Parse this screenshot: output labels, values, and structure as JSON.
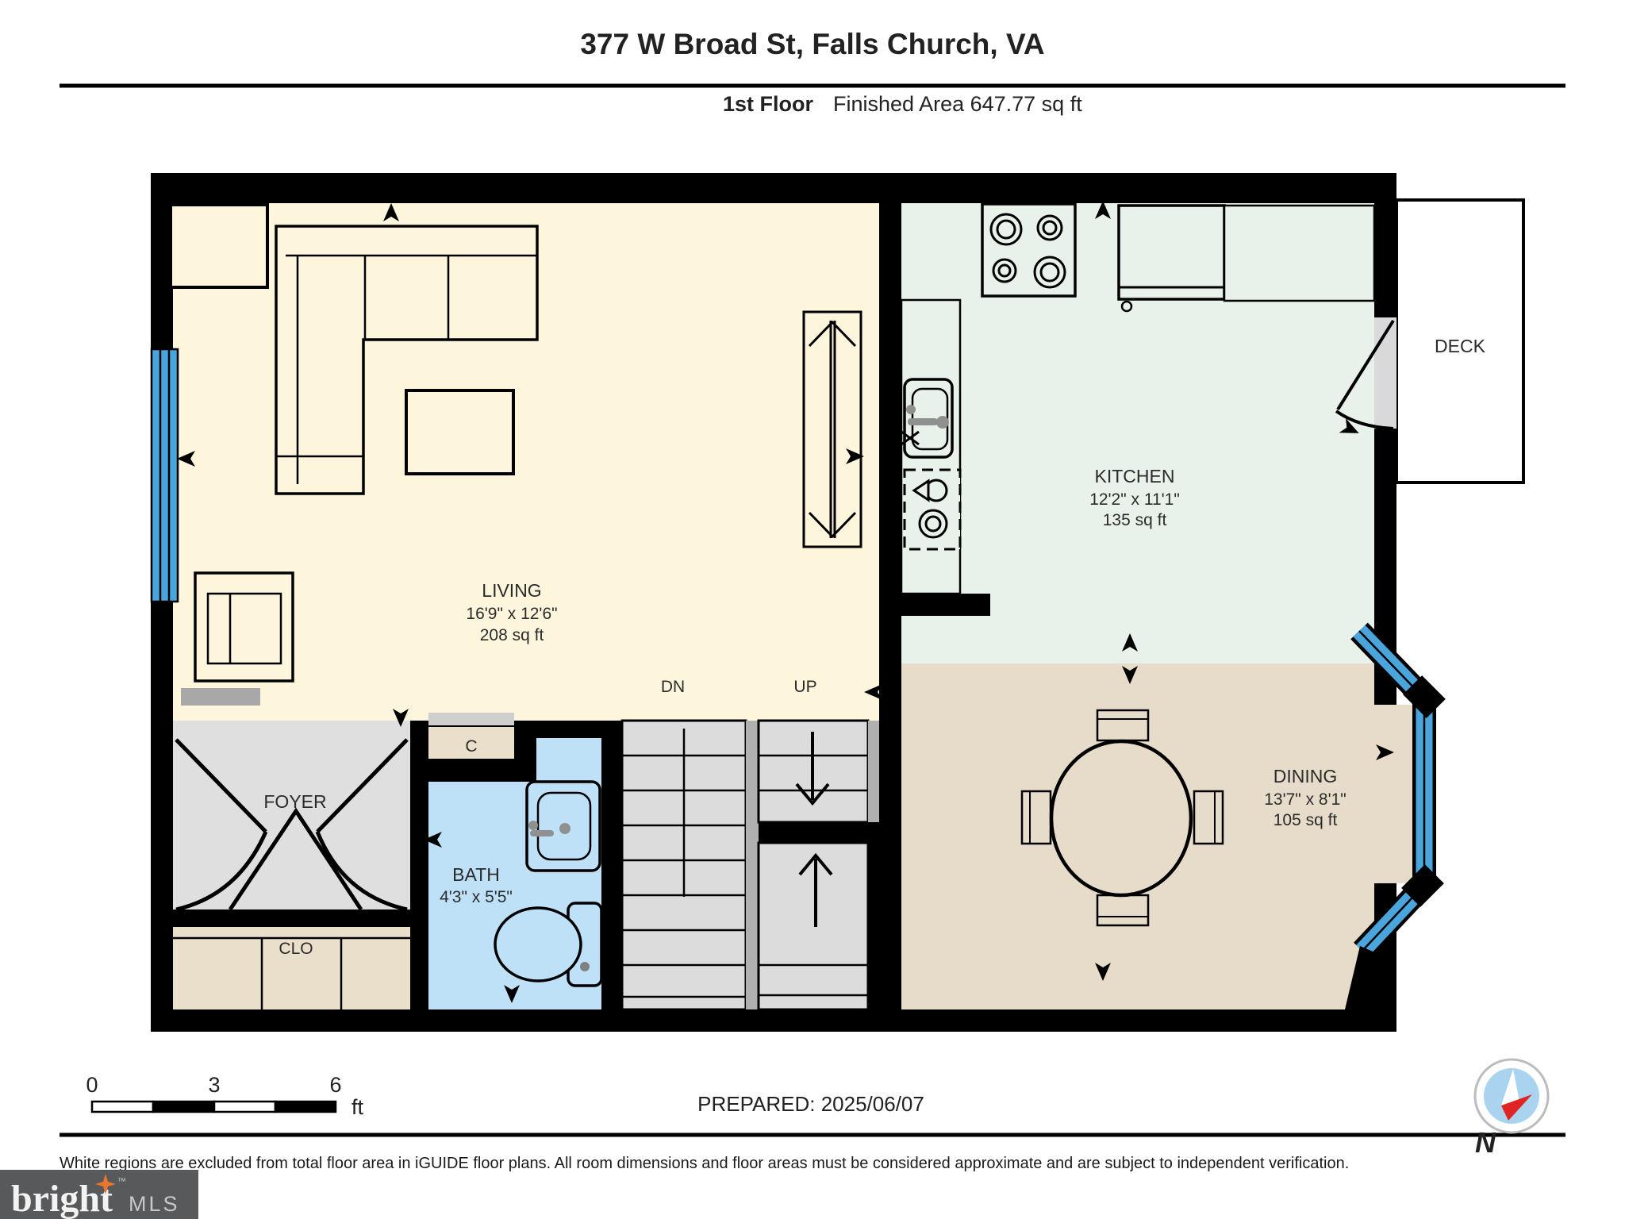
{
  "header": {
    "title": "377 W Broad St, Falls Church, VA",
    "floor_label": "1st Floor",
    "area_label": "Finished Area 647.77 sq ft"
  },
  "rooms": {
    "living": {
      "name": "LIVING",
      "dims": "16'9\" x 12'6\"",
      "area": "208 sq ft"
    },
    "kitchen": {
      "name": "KITCHEN",
      "dims": "12'2\" x 11'1\"",
      "area": "135 sq ft"
    },
    "dining": {
      "name": "DINING",
      "dims": "13'7\" x 8'1\"",
      "area": "105 sq ft"
    },
    "bath": {
      "name": "BATH",
      "dims": "4'3\" x 5'5\""
    },
    "foyer": {
      "name": "FOYER"
    },
    "clo": {
      "name": "CLO"
    },
    "closet_c": {
      "name": "C"
    },
    "deck": {
      "name": "DECK"
    }
  },
  "stairs": {
    "down_label": "DN",
    "up_label": "UP"
  },
  "scale_bar": {
    "tick0": "0",
    "tick1": "3",
    "tick2": "6",
    "unit": "ft"
  },
  "footer": {
    "prepared": "PREPARED: 2025/06/07",
    "disclaimer": "White regions are excluded from total floor area in iGUIDE floor plans. All room dimensions and floor areas must be considered approximate and are subject to independent verification."
  },
  "branding": {
    "logo_text": "bright",
    "logo_suffix": "MLS",
    "trademark": "™"
  },
  "compass": {
    "north_label": "N"
  },
  "colors": {
    "wall": "#000000",
    "living": "#fdf6dd",
    "kitchen": "#e8f2eb",
    "dining": "#e6dcc9",
    "foyer": "#dfdfdf",
    "closet": "#eadfcb",
    "bath": "#bfe1f8",
    "stairs": "#dcdcdc",
    "stair_divider": "#b0b0b0",
    "window": "#4aa5dc",
    "threshold": "#d9d9d9",
    "shelf_gray": "#a8a8a8",
    "logo_bg": "#58595b",
    "logo_star": "#e8762d",
    "compass_inner": "#a9d3ee",
    "needle_red": "#e02424"
  }
}
